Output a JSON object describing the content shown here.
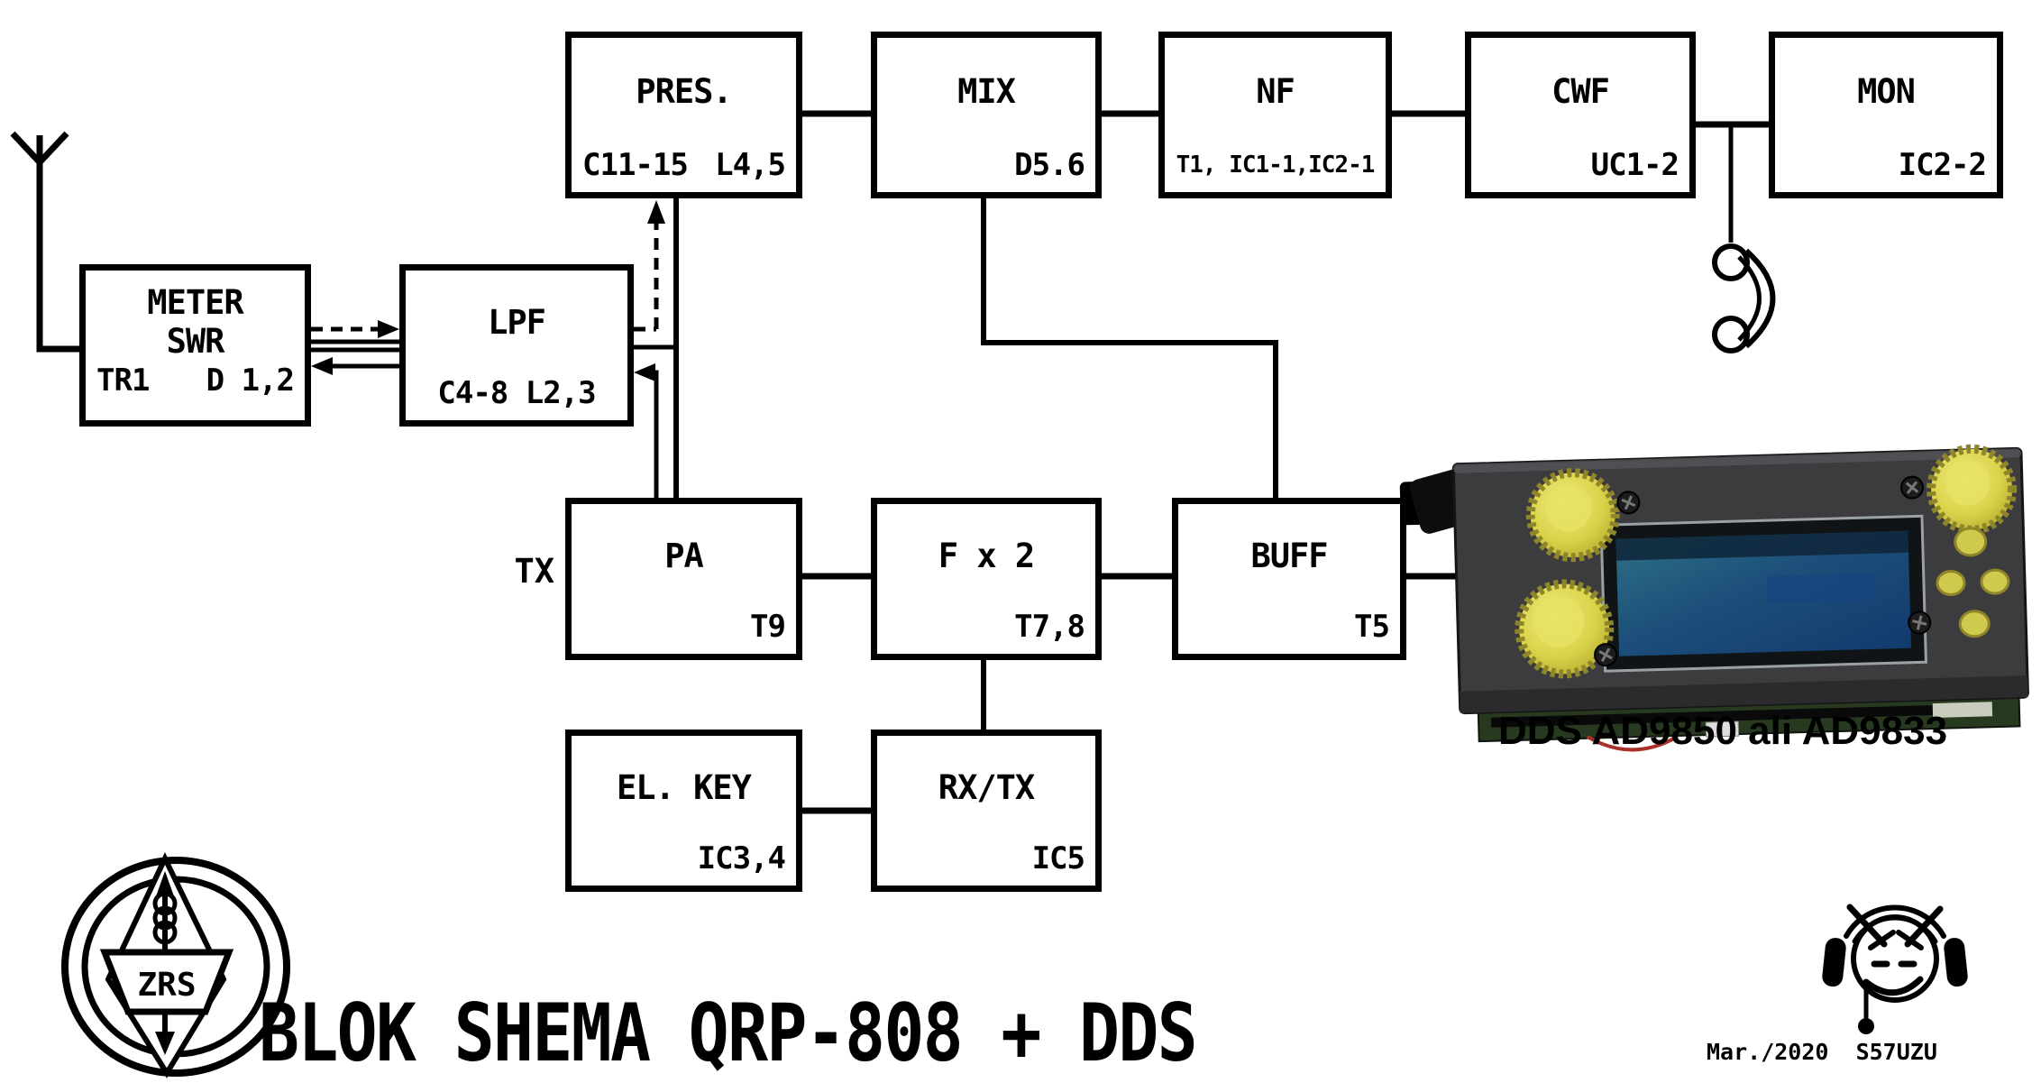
{
  "diagram": {
    "title": "BLOK SHEMA QRP-808 + DDS",
    "credit": "Mar./2020  S57UZU",
    "tx_label": "TX",
    "zrs_label": "ZRS",
    "dds_caption": "DDS AD9850 ali AD9833",
    "blocks": {
      "pres": {
        "title": "PRES.",
        "sub_left": "C11-15",
        "sub_right": "L4,5"
      },
      "mix": {
        "title": "MIX",
        "sub": "D5.6"
      },
      "nf": {
        "title": "NF",
        "sub": "T1, IC1-1,IC2-1"
      },
      "cwf": {
        "title": "CWF",
        "sub": "UC1-2"
      },
      "mon": {
        "title": "MON",
        "sub": "IC2-2"
      },
      "meter": {
        "title": "METER",
        "title2": "SWR",
        "sub_left": "TR1",
        "sub_right": "D 1,2"
      },
      "lpf": {
        "title": "LPF",
        "sub": "C4-8 L2,3"
      },
      "pa": {
        "title": "PA",
        "sub": "T9"
      },
      "fx2": {
        "title": "F x 2",
        "sub": "T7,8"
      },
      "buff": {
        "title": "BUFF",
        "sub": "T5"
      },
      "elkey": {
        "title": "EL. KEY",
        "sub": "IC3,4"
      },
      "rxtx": {
        "title": "RX/TX",
        "sub": "IC5"
      }
    },
    "colors": {
      "line": "#000000",
      "knob_yellow": "#d9d34a",
      "lcd_blue": "#1c4f7a",
      "pcb_green": "#27391f",
      "module_body": "#3c3c3e"
    }
  }
}
